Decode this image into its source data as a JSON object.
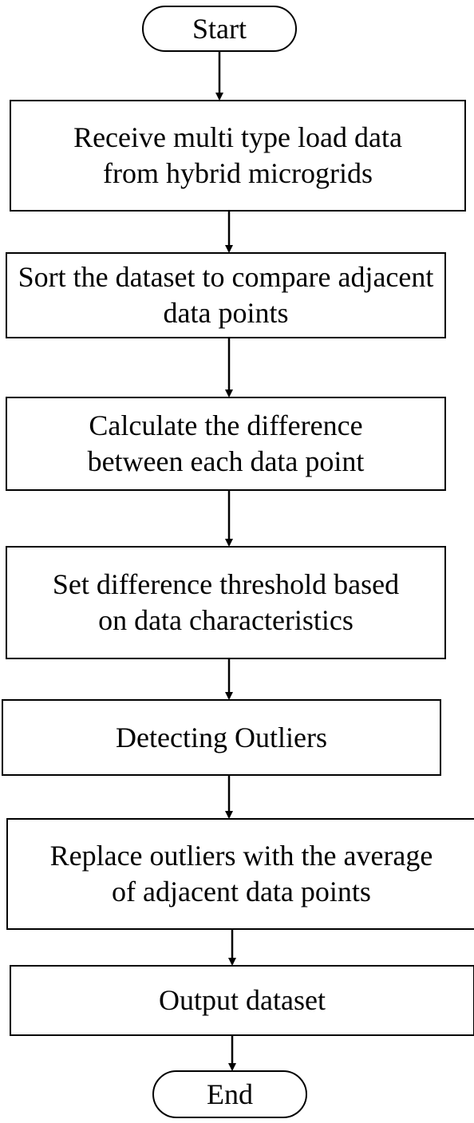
{
  "flowchart": {
    "start": "Start",
    "steps": [
      "Receive multi type load data from hybrid microgrids",
      "Sort the dataset to compare adjacent data points",
      "Calculate the difference between each data point",
      "Set difference threshold based on data characteristics",
      "Detecting Outliers",
      "Replace outliers with the average of adjacent data points",
      "Output dataset"
    ],
    "end": "End"
  }
}
